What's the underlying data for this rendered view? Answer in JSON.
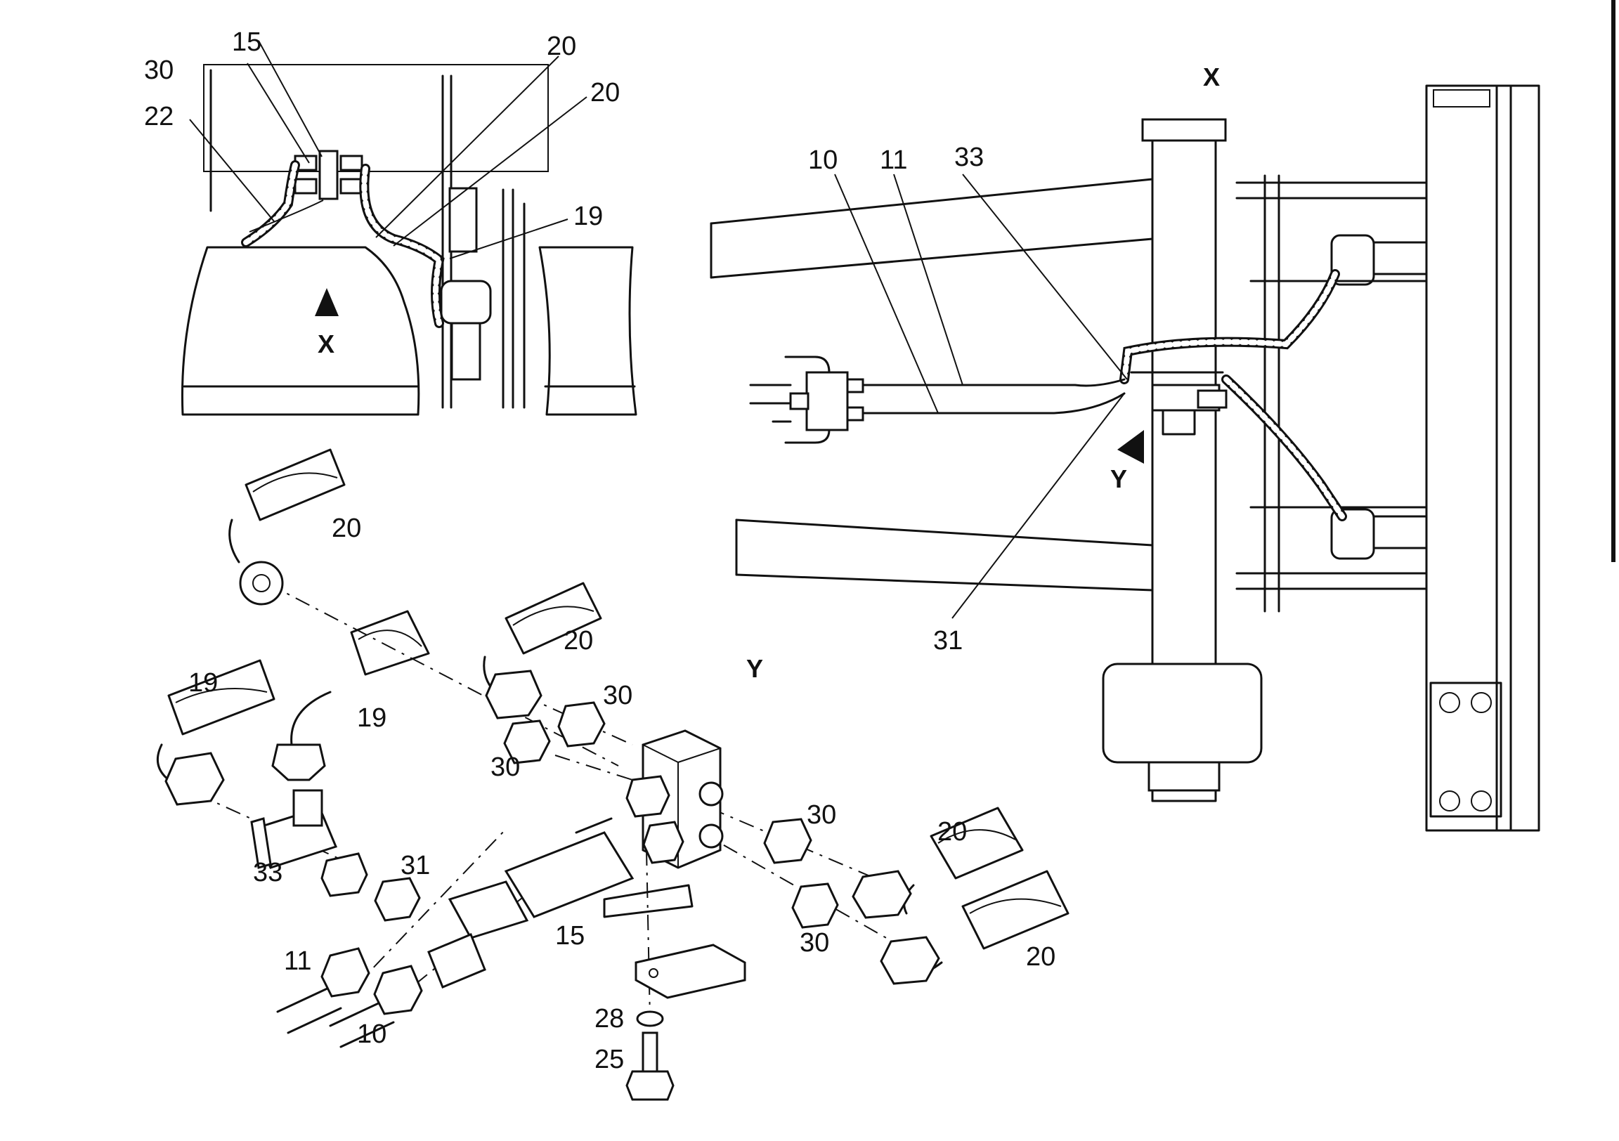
{
  "views": {
    "x_marker_top": "X",
    "x_arrow_label": "X",
    "y_heading": "Y",
    "y_arrow_label": "Y"
  },
  "callouts": {
    "tl_15": "15",
    "tl_30": "30",
    "tl_22": "22",
    "tl_20a": "20",
    "tl_20b": "20",
    "tl_19": "19",
    "tr_10": "10",
    "tr_11": "11",
    "tr_33": "33",
    "tr_31": "31",
    "ex_20_top": "20",
    "ex_20_mid": "20",
    "ex_19_left": "19",
    "ex_19_mid": "19",
    "ex_30_upper": "30",
    "ex_30_left": "30",
    "ex_30_right": "30",
    "ex_30_lower": "30",
    "ex_20_right": "20",
    "ex_20_right_low": "20",
    "ex_33": "33",
    "ex_31": "31",
    "ex_15": "15",
    "ex_11": "11",
    "ex_10": "10",
    "ex_28": "28",
    "ex_25": "25"
  }
}
